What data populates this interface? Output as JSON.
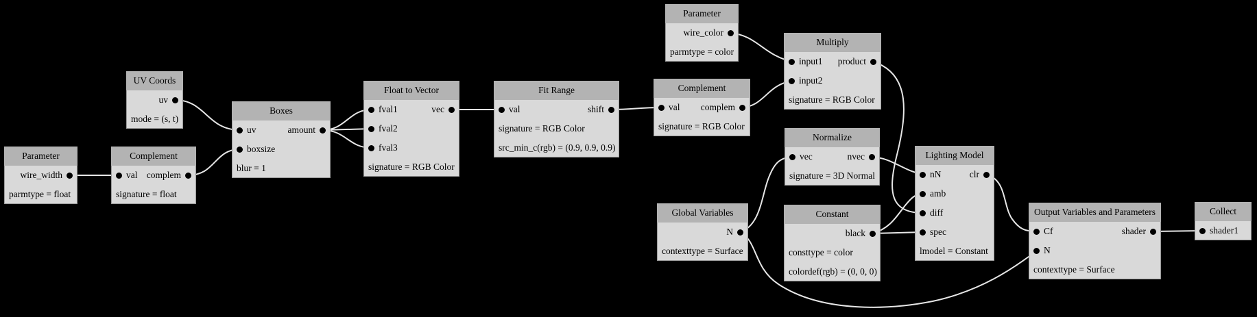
{
  "diagram": {
    "type": "shader-node-graph",
    "background_color": "#000000",
    "node_title_color": "#b3b3b3",
    "node_body_color": "#d9d9d9",
    "edge_color": "#e6e6e6",
    "port_color": "#000000",
    "nodes": {
      "param_wire_width": {
        "title": "Parameter",
        "out": "wire_width",
        "attr1": "parmtype = float"
      },
      "complement1": {
        "title": "Complement",
        "in": "val",
        "out": "complem",
        "attr1": "signature = float"
      },
      "uv_coords": {
        "title": "UV Coords",
        "out": "uv",
        "attr1": "mode = (s, t)"
      },
      "boxes": {
        "title": "Boxes",
        "in1": "uv",
        "out": "amount",
        "in2": "boxsize",
        "attr1": "blur = 1"
      },
      "float_to_vector": {
        "title": "Float to Vector",
        "in1": "fval1",
        "out": "vec",
        "in2": "fval2",
        "in3": "fval3",
        "attr1": "signature = RGB Color"
      },
      "fit_range": {
        "title": "Fit Range",
        "in": "val",
        "out": "shift",
        "attr1": "signature = RGB Color",
        "attr2": "src_min_c(rgb) = (0.9, 0.9, 0.9)"
      },
      "param_wire_color": {
        "title": "Parameter",
        "out": "wire_color",
        "attr1": "parmtype = color"
      },
      "complement2": {
        "title": "Complement",
        "in": "val",
        "out": "complem",
        "attr1": "signature = RGB Color"
      },
      "multiply": {
        "title": "Multiply",
        "in1": "input1",
        "out": "product",
        "in2": "input2",
        "attr1": "signature = RGB Color"
      },
      "normalize": {
        "title": "Normalize",
        "in": "vec",
        "out": "nvec",
        "attr1": "signature = 3D Normal"
      },
      "global_variables": {
        "title": "Global Variables",
        "out": "N",
        "attr1": "contexttype = Surface"
      },
      "constant": {
        "title": "Constant",
        "out": "black",
        "attr1": "consttype = color",
        "attr2": "colordef(rgb) = (0, 0, 0)"
      },
      "lighting_model": {
        "title": "Lighting Model",
        "in1": "nN",
        "out": "clr",
        "in2": "amb",
        "in3": "diff",
        "in4": "spec",
        "attr1": "lmodel = Constant"
      },
      "output_vars": {
        "title": "Output Variables and Parameters",
        "in1": "Cf",
        "out": "shader",
        "in2": "N",
        "attr1": "contexttype = Surface"
      },
      "collect": {
        "title": "Collect",
        "in": "shader1"
      }
    },
    "edges": [
      {
        "from": "param_wire_width.wire_width",
        "to": "complement1.val"
      },
      {
        "from": "complement1.complem",
        "to": "boxes.boxsize"
      },
      {
        "from": "uv_coords.uv",
        "to": "boxes.uv"
      },
      {
        "from": "boxes.amount",
        "to": "float_to_vector.fval1"
      },
      {
        "from": "boxes.amount",
        "to": "float_to_vector.fval2"
      },
      {
        "from": "boxes.amount",
        "to": "float_to_vector.fval3"
      },
      {
        "from": "float_to_vector.vec",
        "to": "fit_range.val"
      },
      {
        "from": "fit_range.shift",
        "to": "complement2.val"
      },
      {
        "from": "param_wire_color.wire_color",
        "to": "multiply.input1"
      },
      {
        "from": "complement2.complem",
        "to": "multiply.input2"
      },
      {
        "from": "multiply.product",
        "to": "lighting_model.diff"
      },
      {
        "from": "normalize.nvec",
        "to": "lighting_model.nN"
      },
      {
        "from": "global_variables.N",
        "to": "normalize.vec"
      },
      {
        "from": "global_variables.N",
        "to": "output_vars.N"
      },
      {
        "from": "constant.black",
        "to": "lighting_model.amb"
      },
      {
        "from": "constant.black",
        "to": "lighting_model.spec"
      },
      {
        "from": "lighting_model.clr",
        "to": "output_vars.Cf"
      },
      {
        "from": "output_vars.shader",
        "to": "collect.shader1"
      }
    ]
  }
}
